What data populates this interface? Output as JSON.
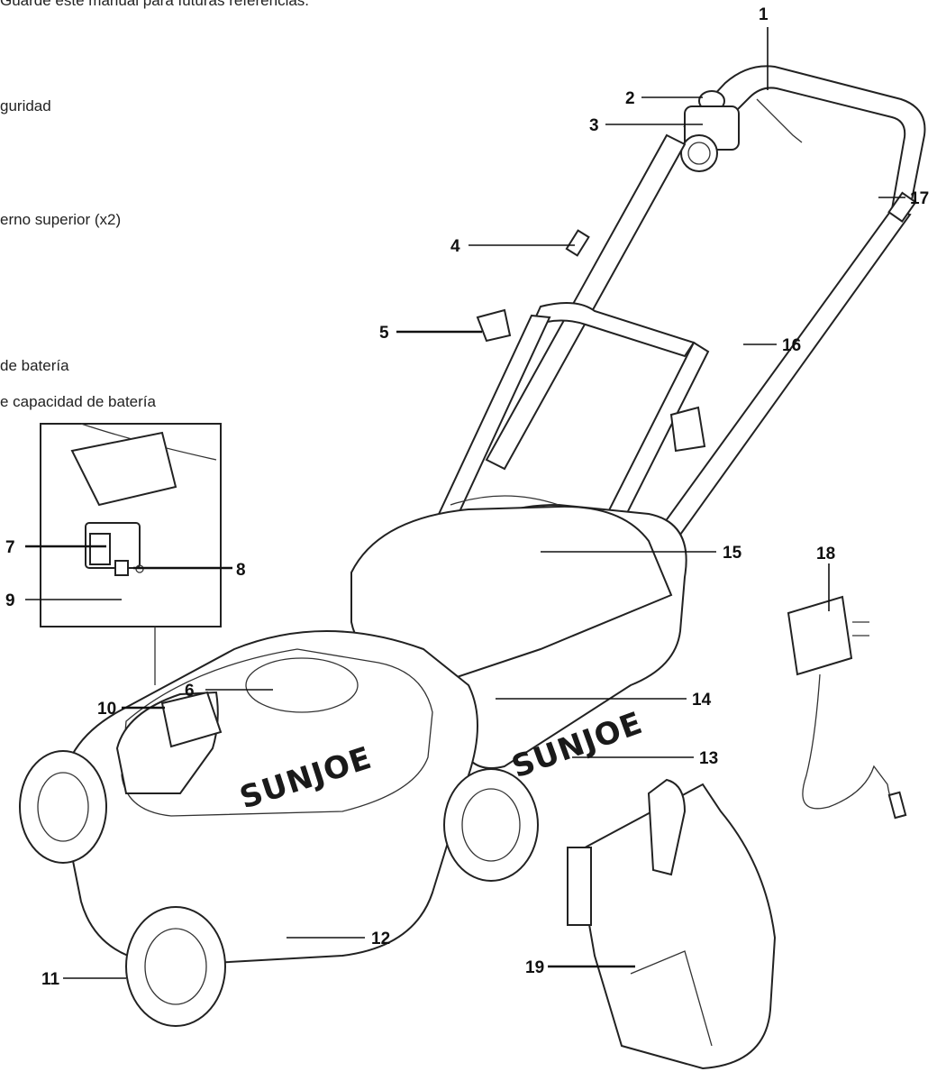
{
  "fragments": {
    "top": "Guarde este manual para futuras referencias.",
    "line1": "guridad",
    "line2": "erno superior (x2)",
    "line3": "de batería",
    "line4": "e capacidad de batería"
  },
  "brand": "SUNJOE",
  "callouts": [
    "1",
    "2",
    "3",
    "4",
    "5",
    "6",
    "7",
    "8",
    "9",
    "10",
    "11",
    "12",
    "13",
    "14",
    "15",
    "16",
    "17",
    "18",
    "19"
  ]
}
